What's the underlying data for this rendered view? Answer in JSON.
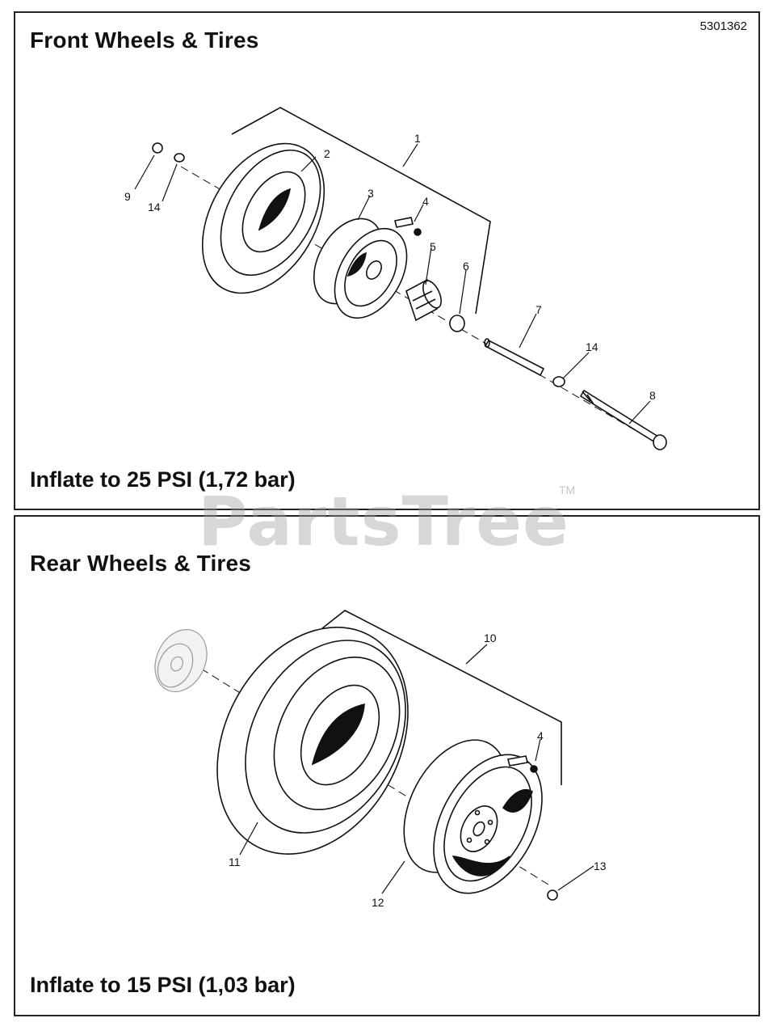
{
  "document_code": "5301362",
  "front": {
    "title": "Front Wheels & Tires",
    "inflation": "Inflate to 25 PSI (1,72 bar)",
    "callouts": [
      "1",
      "2",
      "3",
      "4",
      "5",
      "6",
      "7",
      "8",
      "9",
      "14",
      "14"
    ]
  },
  "rear": {
    "title": "Rear Wheels & Tires",
    "inflation": "Inflate to 15 PSI (1,03 bar)",
    "callouts": [
      "10",
      "4",
      "11",
      "12",
      "13"
    ]
  },
  "watermark": {
    "text": "PartsTree",
    "mark": "TM"
  }
}
